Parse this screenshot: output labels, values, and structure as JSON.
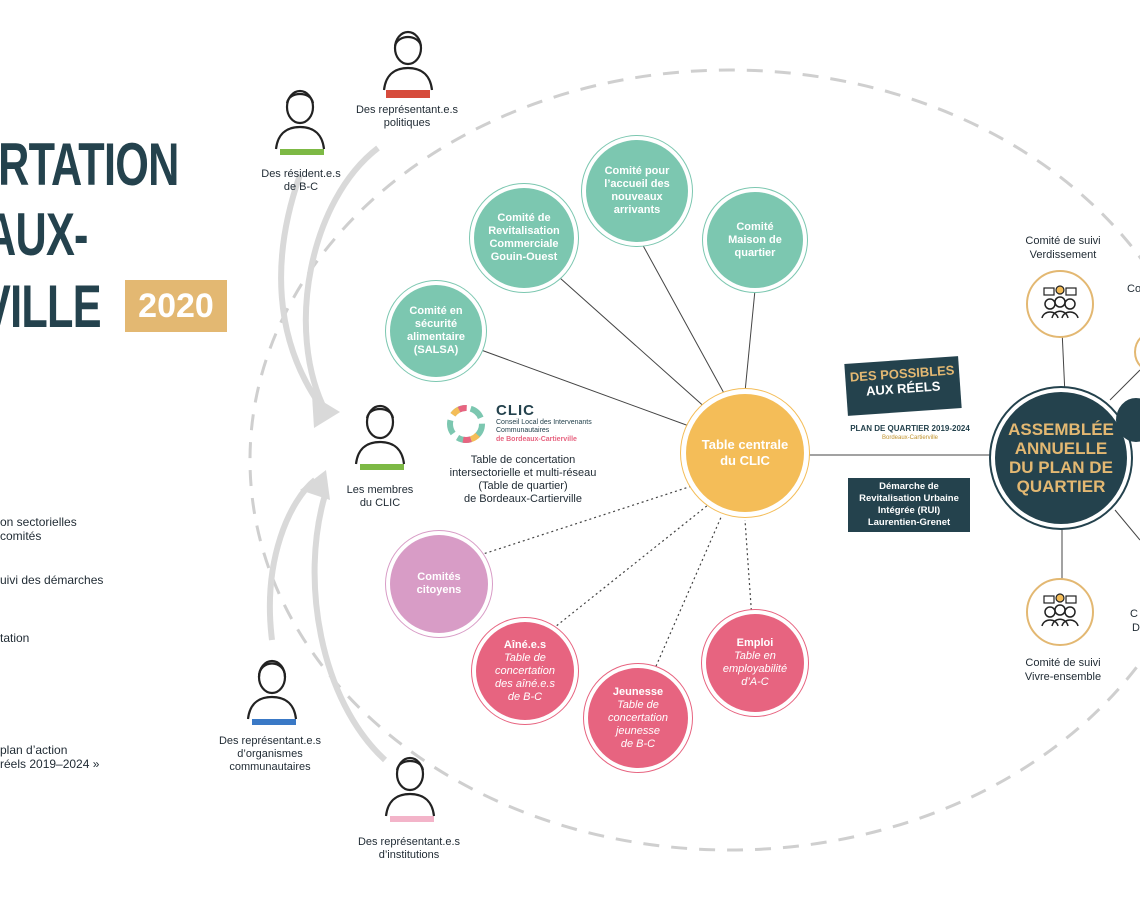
{
  "title": {
    "line1": "ERTATION",
    "line2": "AUX-",
    "line3": "VILLE",
    "year": "2020"
  },
  "left_list": [
    "on sectorielles",
    "comités",
    "uivi des démarches",
    "tation",
    "plan d’action",
    "réels 2019–2024 »"
  ],
  "people": {
    "residents": "Des résident.e.s\nde B-C",
    "politiques": "Des représentant.e.s\npolitiques",
    "membres": "Les membres\ndu CLIC",
    "organismes": "Des représentant.e.s\nd’organismes\ncommunautaires",
    "institutions": "Des représentant.e.s\nd’institutions"
  },
  "clic": {
    "name": "CLIC",
    "subtitle": "Conseil Local des Intervenants\nCommunautaires",
    "subtitle_place": "de Bordeaux-Cartierville",
    "description": "Table de concertation\nintersectorielle et multi-réseau\n(Table de quartier)\nde Bordeaux-Cartierville"
  },
  "central": "Table centrale\ndu CLIC",
  "committees": {
    "salsa": "Comité en\nsécurité\nalimentaire\n(SALSA)",
    "gouin": "Comité de\nRevitalisation\nCommerciale\nGouin-Ouest",
    "accueil": "Comité pour\nl’accueil des\nnouveaux\narrivants",
    "maison": "Comité\nMaison de\nquartier",
    "citoyens": "Comités\ncitoyens"
  },
  "tables": {
    "aines_title": "Aîné.e.s",
    "aines_sub": "Table de\nconcertation\ndes aîné.e.s\nde B-C",
    "jeunesse_title": "Jeunesse",
    "jeunesse_sub": "Table de\nconcertation\njeunesse\nde B-C",
    "emploi_title": "Emploi",
    "emploi_sub": "Table en\nemployabilité\nd’A-C"
  },
  "plan_logo": {
    "line1": "DES POSSIBLES",
    "line2": "AUX RÉELS",
    "line3": "PLAN DE QUARTIER 2019-2024",
    "line4": "Bordeaux-Cartierville"
  },
  "rui": "Démarche de\nRevitalisation Urbaine\nIntégrée (RUI)\nLaurentien-Grenet",
  "assembly": "ASSEMBLÉE\nANNUELLE\nDU PLAN DE\nQUARTIER",
  "suivi": {
    "verdissement": "Comité de suivi\nVerdissement",
    "vivre": "Comité de suivi\nVivre-ensemble",
    "partial_top": "Co",
    "partial_mid1": "C",
    "partial_mid2": "D"
  },
  "colors": {
    "navy": "#24424d",
    "teal": "#7cc7b0",
    "pink": "#d89cc6",
    "red": "#e76480",
    "yellow": "#f4bd58",
    "gold": "#e3b872",
    "green": "#7db945",
    "political_red": "#d64b3c",
    "blue": "#3a79c6",
    "light_pink": "#f3b4c9"
  }
}
